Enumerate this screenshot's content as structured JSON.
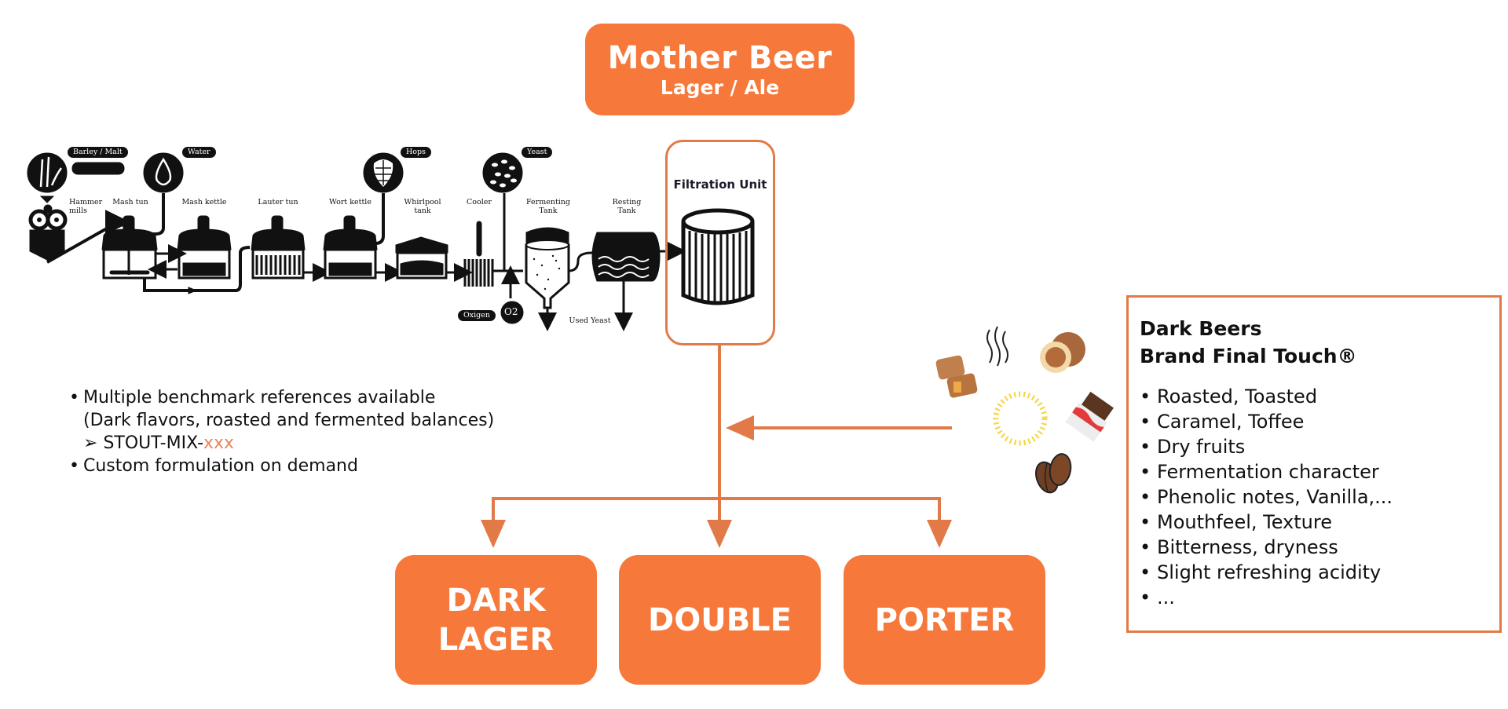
{
  "mother_beer": {
    "title": "Mother Beer",
    "subtitle": "Lager / Ale"
  },
  "process": {
    "inputs": [
      {
        "label": "Barley / Malt",
        "icon": "barley-icon"
      },
      {
        "label": "Water",
        "icon": "water-drop-icon"
      },
      {
        "label": "Hops",
        "icon": "hops-icon"
      },
      {
        "label": "Yeast",
        "icon": "yeast-icon"
      },
      {
        "label": "Oxigen",
        "icon": "oxygen-icon",
        "symbol": "O2"
      }
    ],
    "stages": [
      {
        "label": "Hammer mills"
      },
      {
        "label": "Mash tun"
      },
      {
        "label": "Mash kettle"
      },
      {
        "label": "Lauter tun"
      },
      {
        "label": "Wort kettle"
      },
      {
        "label": "Whirlpool tank"
      },
      {
        "label": "Cooler"
      },
      {
        "label": "Fermenting Tank"
      },
      {
        "label": "Resting Tank"
      }
    ],
    "output_label": "Used Yeast"
  },
  "filtration": {
    "title": "Filtration Unit"
  },
  "left_notes": {
    "bullet1": "Multiple benchmark references available",
    "bullet1_cont": "(Dark flavors, roasted and fermented balances)",
    "sub_prefix": "STOUT-MIX-",
    "sub_suffix": "xxx",
    "bullet2": "Custom formulation on demand"
  },
  "flavor_icons": [
    "caramel-icon",
    "aroma-smoke-icon",
    "walnut-icon",
    "sparkle-ring-icon",
    "chocolate-bar-icon",
    "coffee-beans-icon"
  ],
  "final_touch": {
    "title_line1": "Dark Beers",
    "title_line2": "Brand Final Touch®",
    "items": [
      "Roasted, Toasted",
      "Caramel, Toffee",
      "Dry fruits",
      "Fermentation character",
      "Phenolic notes, Vanilla,...",
      "Mouthfeel, Texture",
      "Bitterness, dryness",
      "Slight refreshing acidity",
      "..."
    ]
  },
  "beers": [
    {
      "line1": "DARK",
      "line2": "LAGER"
    },
    {
      "line1": "DOUBLE"
    },
    {
      "line1": "PORTER"
    }
  ],
  "colors": {
    "accent": "#F6783A",
    "line": "#E27A48",
    "ink": "#111111"
  }
}
